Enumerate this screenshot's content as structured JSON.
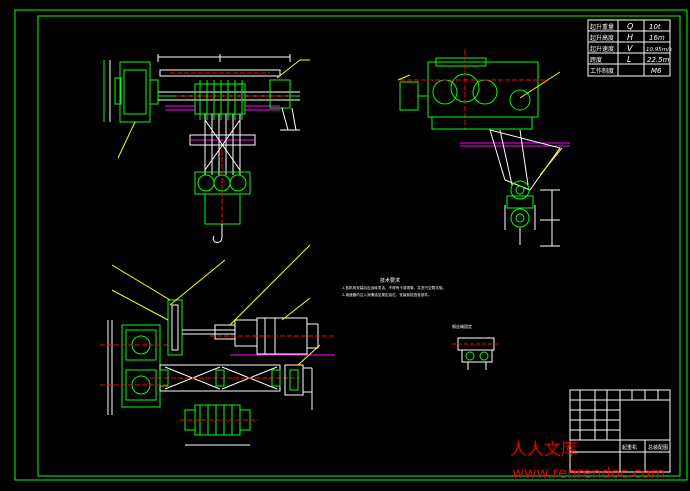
{
  "params_table": {
    "rows": [
      {
        "label": "起升重量",
        "symbol": "Q",
        "value": "10t"
      },
      {
        "label": "起升高度",
        "symbol": "H",
        "value": "16m"
      },
      {
        "label": "起升速度",
        "symbol": "V",
        "value": "10.95m/s"
      },
      {
        "label": "跨度",
        "symbol": "L",
        "value": "22.5m"
      },
      {
        "label": "工作制度",
        "symbol": "",
        "value": "M6"
      }
    ]
  },
  "notes": {
    "title": "技术要求",
    "lines": [
      "1.各机构安装后应运转灵活，不得有卡滞现象，并进行空载试验。",
      "2.减速器内注入润滑油至规定油位，安装前检查各部件。"
    ]
  },
  "small_view_label": "钢丝绳固定",
  "title_block": {
    "drawing_name": "起重机",
    "subtitle": "总装配图"
  },
  "watermark": {
    "text_cn": "人人文库",
    "url": "www.renrendoc.com"
  },
  "colors": {
    "frame": "#00ff00",
    "line": "#ffffff",
    "leader": "#ffff00",
    "center": "#ff0000",
    "magenta": "#ff00ff",
    "watermark": "#ff0000"
  }
}
